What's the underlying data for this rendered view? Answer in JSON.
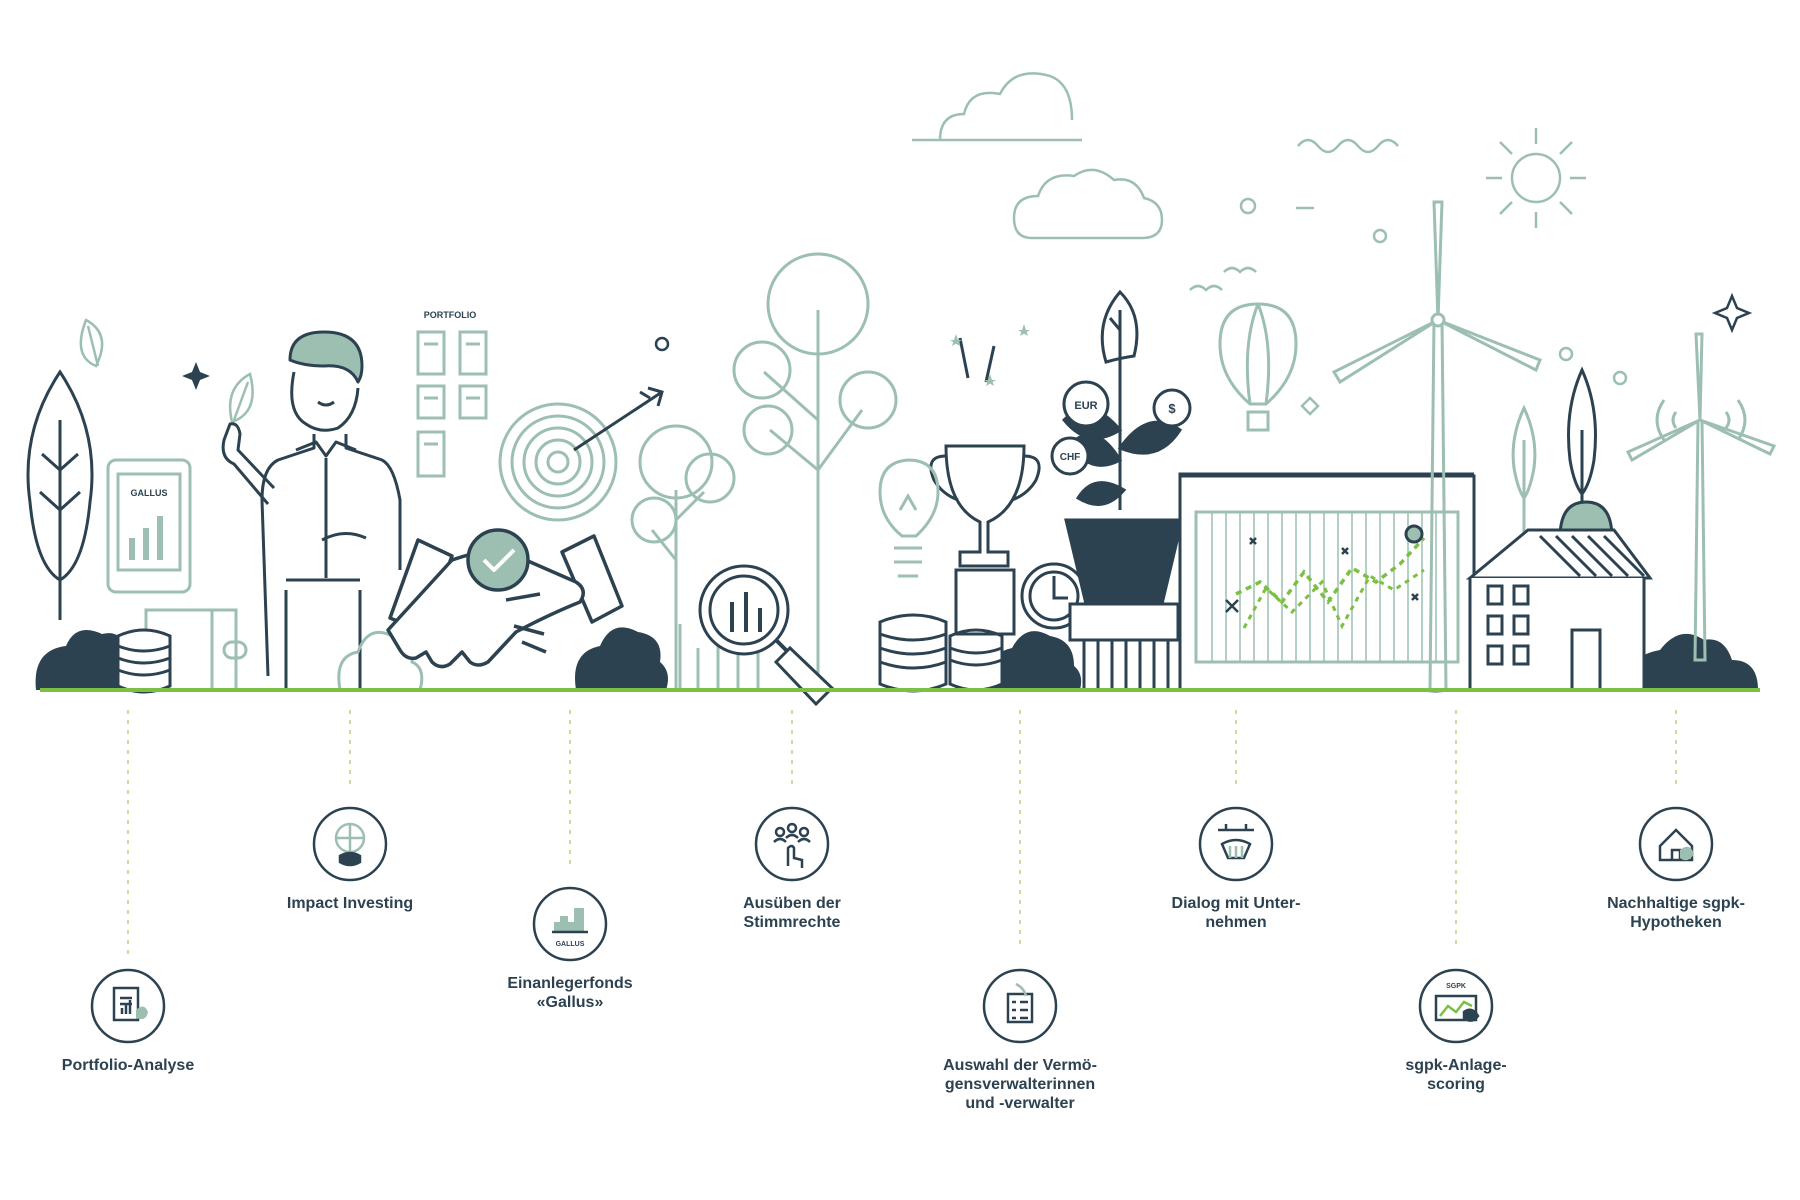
{
  "illustration": {
    "portfolio_board_label": "PORTFOLIO",
    "tablet_label": "GALLUS",
    "icon_gallus_label": "GALLUS",
    "icon_sgpk_label": "SGPK",
    "plant_coin_labels": [
      "EUR",
      "$",
      "CHF"
    ]
  },
  "colors": {
    "dark": "#2c4250",
    "sage": "#9cbfb1",
    "green": "#7bc043",
    "dotted": "#cfd9a0"
  },
  "milestones": [
    {
      "id": "portfolio-analyse",
      "label": "Portfolio-Analyse",
      "icon": "clipboard-chart-icon"
    },
    {
      "id": "impact-investing",
      "label": "Impact Investing",
      "icon": "globe-plant-icon"
    },
    {
      "id": "einanlegerfonds",
      "label": "Einanlegerfonds\n«Gallus»",
      "icon": "gallus-building-icon"
    },
    {
      "id": "stimmrechte",
      "label": "Ausüben der\nStimmrechte",
      "icon": "vote-hand-icon"
    },
    {
      "id": "auswahl",
      "label": "Auswahl der Vermö-\ngensverwalterinnen\nund -verwalter",
      "icon": "checklist-hand-icon"
    },
    {
      "id": "dialog",
      "label": "Dialog mit Unter-\nnehmen",
      "icon": "handshake-coin-icon"
    },
    {
      "id": "scoring",
      "label": "sgpk-Anlage-\nscoring",
      "icon": "scoring-monitor-icon"
    },
    {
      "id": "hypotheken",
      "label": "Nachhaltige sgpk-\nHypotheken",
      "icon": "house-leaf-icon"
    }
  ]
}
